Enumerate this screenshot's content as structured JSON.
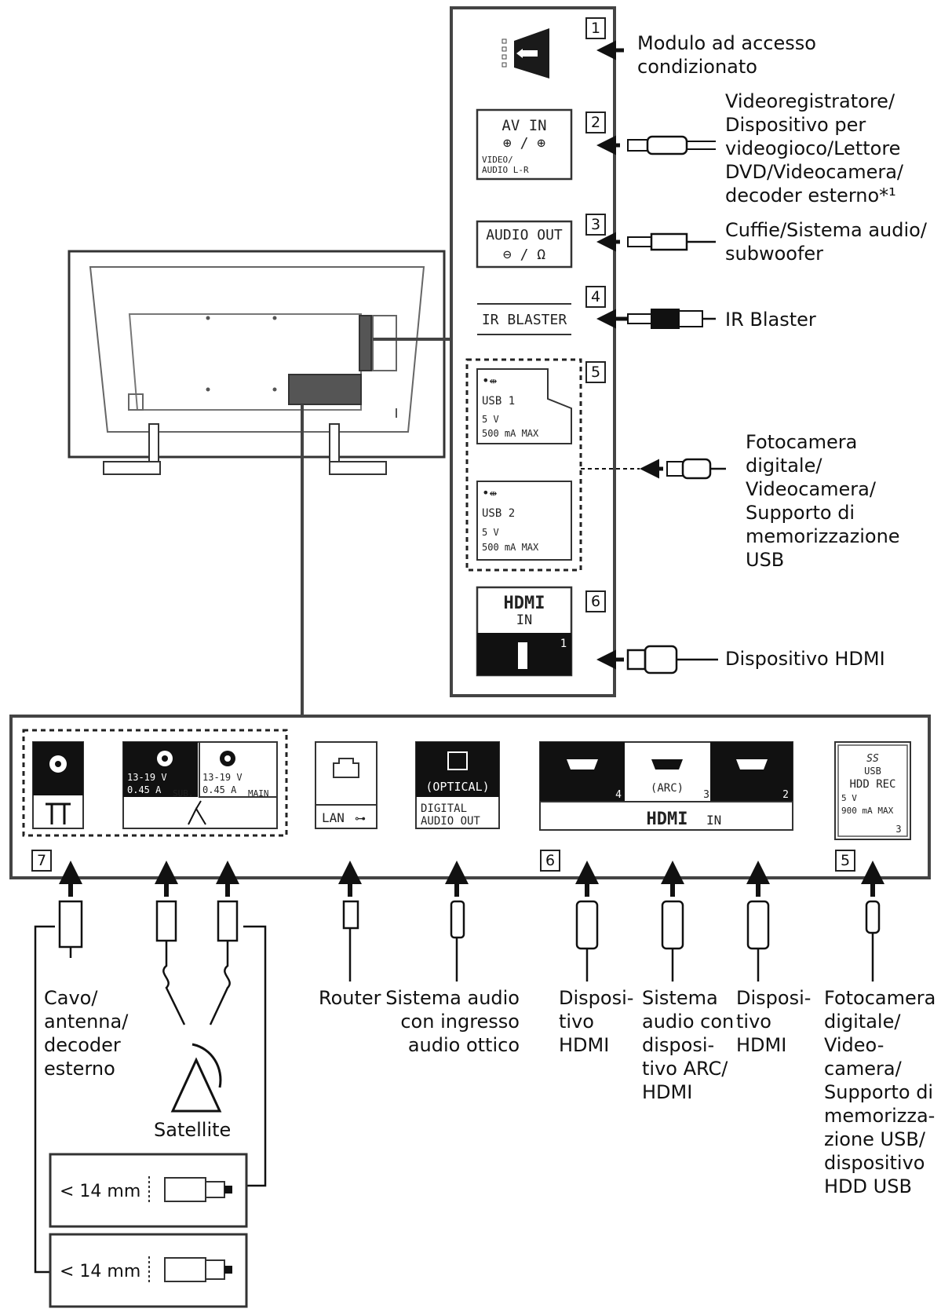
{
  "side_panel": {
    "items": [
      {
        "number": "1",
        "label": "Modulo ad accesso\ncondizionato"
      },
      {
        "number": "2",
        "panel_text": "AV IN",
        "panel_sub": "VIDEO/\nAUDIO L-R",
        "label": "Videoregistratore/\nDispositivo per\nvideogioco/Lettore\nDVD/Videocamera/\ndecoder esterno*¹"
      },
      {
        "number": "3",
        "panel_text": "AUDIO OUT",
        "label": "Cuffie/Sistema audio/\nsubwoofer"
      },
      {
        "number": "4",
        "panel_text": "IR BLASTER",
        "label": "IR Blaster"
      },
      {
        "number": "5",
        "usb1": [
          "USB 1",
          "5 V",
          "500 mA MAX"
        ],
        "usb2": [
          "USB 2",
          "5 V",
          "500 mA MAX"
        ],
        "label": "Fotocamera\ndigitale/\nVideocamera/\nSupporto di\nmemorizzazione\nUSB"
      },
      {
        "number": "6",
        "panel_text": "HDMI",
        "panel_sub": "IN",
        "port": "1",
        "label": "Dispositivo HDMI"
      }
    ]
  },
  "bottom_panel": {
    "numbers": {
      "antenna": "7",
      "hdmi": "6",
      "usb": "5"
    },
    "sat": {
      "sub": [
        "13-19 V",
        "0.45 A",
        "SUB."
      ],
      "main": [
        "13-19 V",
        "0.45 A",
        "MAIN"
      ]
    },
    "lan": "LAN",
    "optical": [
      "(OPTICAL)",
      "DIGITAL",
      "AUDIO OUT"
    ],
    "hdmi_ports": [
      "4",
      "(ARC)",
      "3",
      "2"
    ],
    "hdmi_label": "HDMI",
    "hdmi_in": "IN",
    "usb_hdd": [
      "SS",
      "USB",
      "HDD REC",
      "5 V",
      "900 mA MAX",
      "3"
    ]
  },
  "bottom_labels": {
    "cable": "Cavo/\nantenna/\ndecoder\nesterno",
    "satellite": "Satellite",
    "router": "Router",
    "audio_optical": "Sistema audio\ncon ingresso\naudio ottico",
    "hdmi4": "Disposi-\ntivo\nHDMI",
    "arc": "Sistema\naudio con\ndisposi-\ntivo ARC/\nHDMI",
    "hdmi2": "Disposi-\ntivo\nHDMI",
    "usb_hdd": "Fotocamera\ndigitale/\nVideo-\ncamera/\nSupporto di\nmemorizza-\nzione USB/\ndispositivo\nHDD USB"
  },
  "connector_notes": [
    {
      "text": "< 14 mm"
    },
    {
      "text": "< 14 mm"
    }
  ]
}
